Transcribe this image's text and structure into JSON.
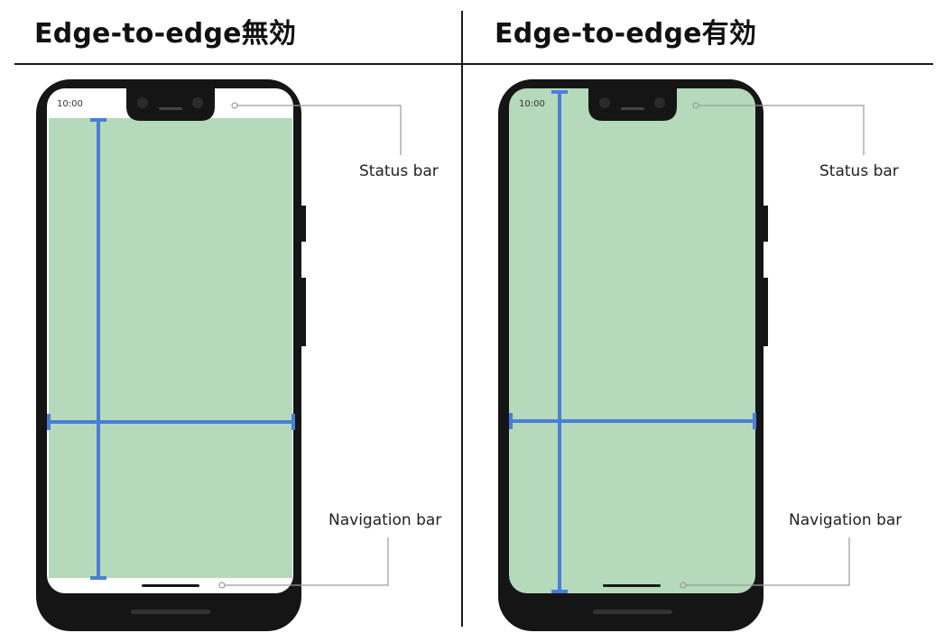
{
  "left": {
    "title": "Edge-to-edge無効",
    "clock": "10:00",
    "status_label": "Status bar",
    "nav_label": "Navigation bar"
  },
  "right": {
    "title": "Edge-to-edge有効",
    "clock": "10:00",
    "status_label": "Status bar",
    "nav_label": "Navigation bar"
  },
  "colors": {
    "content_area": "#b5d9bb",
    "measure_lines": "#4a7fd6",
    "phone_body": "#151515",
    "leader_lines": "#9a9a9a"
  }
}
